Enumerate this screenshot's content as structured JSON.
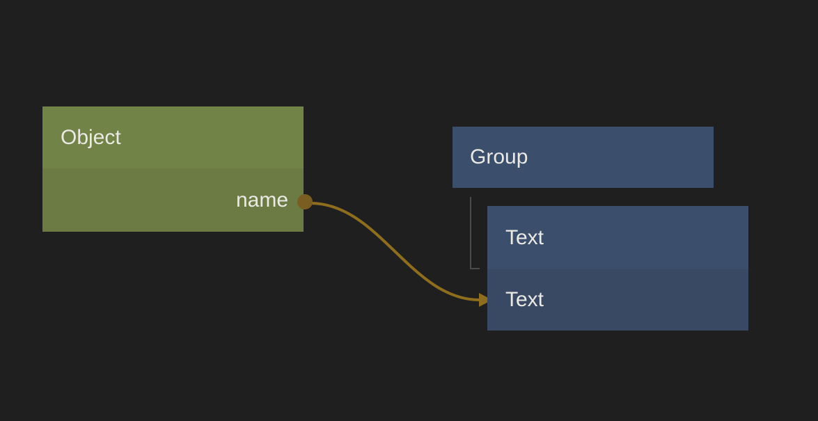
{
  "diagram": {
    "type": "node-graph-editor",
    "nodes": {
      "object": {
        "title": "Object",
        "output_label": "name"
      },
      "group": {
        "title": "Group"
      },
      "text": {
        "title": "Text",
        "row_label": "Text"
      }
    },
    "edges": [
      {
        "from": "Object.name",
        "to": "Text.Text",
        "style": "curved-arrow"
      }
    ],
    "hierarchy": [
      {
        "parent": "Group",
        "child": "Text",
        "style": "elbow-line"
      }
    ]
  },
  "colors": {
    "background": "#1f1f1f",
    "object_header": "#728347",
    "object_body": "#6c7b44",
    "group_header": "#3b4e6c",
    "text_header": "#3b4e6c",
    "text_body": "#394963",
    "connection_gold": "#8e6e1e",
    "port_gold": "#7a5e21",
    "hierarchy_gray": "#4b4b4b",
    "label_text": "#ebe9e4"
  }
}
